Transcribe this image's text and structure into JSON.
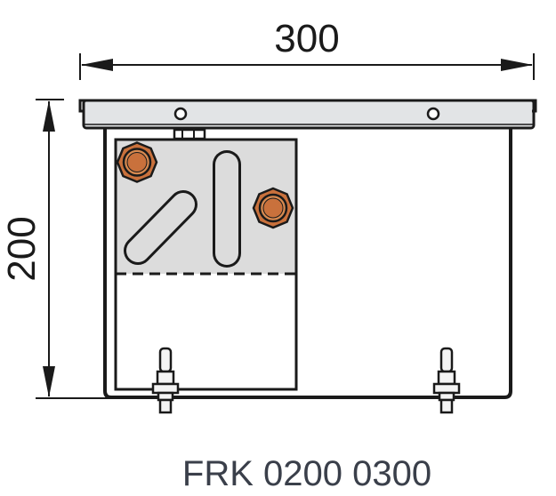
{
  "dimensions": {
    "width_value": "300",
    "height_value": "200"
  },
  "caption": "FRK 0200 0300",
  "colors": {
    "line": "#1a1a1a",
    "panel_fill": "#dcdcdc",
    "grille_fill": "#e2e4e6",
    "fitting": "#c9713c",
    "fitting_inner": "#d88a50",
    "caption": "#3a3f4a",
    "background": "#ffffff"
  }
}
